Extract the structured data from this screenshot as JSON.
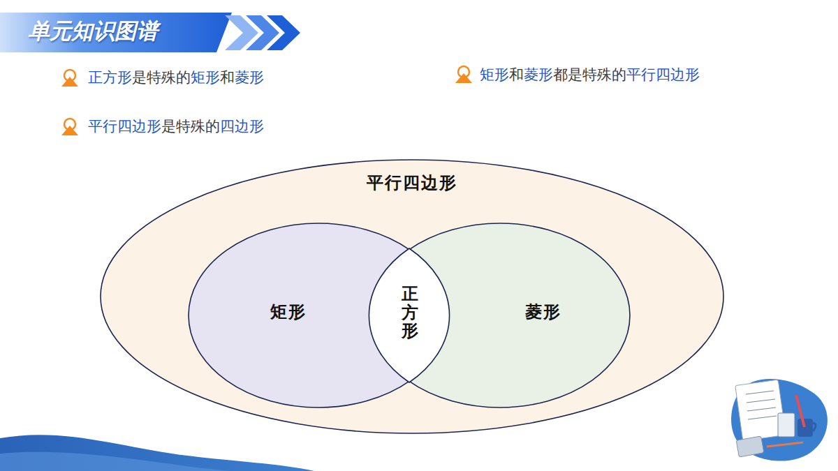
{
  "diagram": {
    "title": "单元知识图谱",
    "nodes": [
      {
        "text": [
          "平行四边形"
        ]
      },
      {
        "text": [
          "矩形"
        ],
        "in": 0
      },
      {
        "text": [
          "正方形"
        ],
        "in": 0
      },
      {
        "text": [
          "菱形"
        ],
        "in": 0
      }
    ],
    "labels": [
      "正方形",
      "是特殊的",
      "矩形",
      "和",
      "菱形",
      "矩形",
      "和",
      "菱形",
      "都是特殊的",
      "平行四边形",
      "平行四边形",
      "是特殊的",
      "四边形"
    ]
  }
}
